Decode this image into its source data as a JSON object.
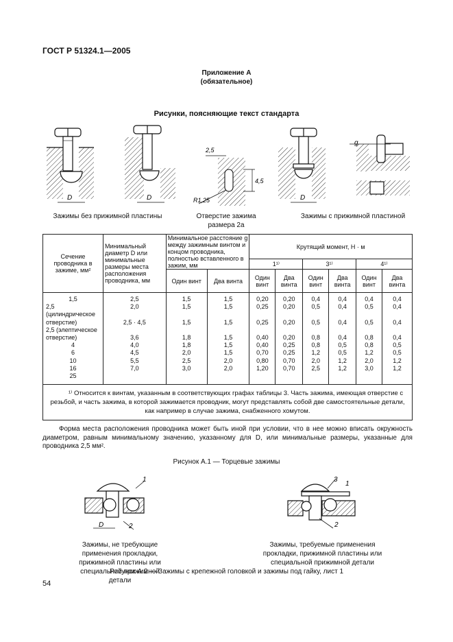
{
  "header": {
    "standard": "ГОСТ Р 51324.1—2005"
  },
  "appendix": {
    "title": "Приложение А",
    "note": "(обязательное)"
  },
  "figures_title": "Рисунки, поясняющие текст стандарта",
  "top_figures": {
    "labels": {
      "d": "D",
      "dim_a": "2,5",
      "dim_b": "4,5",
      "dim_r": "R1,25",
      "g": "g"
    },
    "captions": {
      "no_plate": "Зажимы без прижимной пластины",
      "hole": "Отверстие зажима размера 2а",
      "with_plate": "Зажимы с прижимной пластиной"
    }
  },
  "table": {
    "col_section": "Сечение проводника в зажиме, мм²",
    "col_diameter": "Минимальный диаметр D или минимальные размеры места расположения проводника, мм",
    "col_distance": "Минимальное расстояние g между зажимным винтом и концом проводника, полностью вставленного в зажим, мм",
    "col_torque": "Крутящий момент, Н · м",
    "torque_groups": [
      "1¹⁾",
      "3¹⁾",
      "4¹⁾"
    ],
    "one_screw": "Один винт",
    "two_screws": "Два винта",
    "rows": [
      [
        "1,5",
        "2,5",
        "1,5",
        "1,5",
        "0,20",
        "0,20",
        "0,4",
        "0,4",
        "0,4",
        "0,4"
      ],
      [
        "2,5 (цилиндрическое отверстие)",
        "2,0",
        "1,5",
        "1,5",
        "0,25",
        "0,20",
        "0,5",
        "0,4",
        "0,5",
        "0,4"
      ],
      [
        "2,5 (элептическое отверстие)",
        "2,5 · 4,5",
        "1,5",
        "1,5",
        "0,25",
        "0,20",
        "0,5",
        "0,4",
        "0,5",
        "0,4"
      ],
      [
        "4",
        "3,6",
        "1,8",
        "1,5",
        "0,40",
        "0,20",
        "0,8",
        "0,4",
        "0,8",
        "0,4"
      ],
      [
        "6",
        "4,0",
        "1,8",
        "1,5",
        "0,40",
        "0,25",
        "0,8",
        "0,5",
        "0,8",
        "0,5"
      ],
      [
        "10",
        "4,5",
        "2,0",
        "1,5",
        "0,70",
        "0,25",
        "1,2",
        "0,5",
        "1,2",
        "0,5"
      ],
      [
        "16",
        "5,5",
        "2,5",
        "2,0",
        "0,80",
        "0,70",
        "2,0",
        "1,2",
        "2,0",
        "1,2"
      ],
      [
        "25",
        "7,0",
        "3,0",
        "2,0",
        "1,20",
        "0,70",
        "2,5",
        "1,2",
        "3,0",
        "1,2"
      ]
    ],
    "footnote": "¹⁾ Относится к винтам, указанным в соответствующих графах таблицы 3. Часть зажима, имеющая отверстие с резьбой, и часть зажима, в которой зажимается проводник, могут представлять собой две самостоятельные детали, как например в случае зажима, снабженного хомутом."
  },
  "paragraph": "Форма места расположения проводника может быть иной при условии, что в нее можно вписать окружность диаметром, равным минимальному значению, указанному для D, или минимальные размеры, указанные для проводника 2,5 мм².",
  "figure_a1_caption": "Рисунок А.1 — Торцевые зажимы",
  "bottom_figures": {
    "labels": {
      "d": "D",
      "n1": "1",
      "n2": "2",
      "n3": "3"
    },
    "left_caption": "Зажимы, не требующие применения прокладки, прижимной пластины или специальной прижимной детали",
    "right_caption": "Зажимы, требуемые применения прокладки, прижимной пластины или специальной прижимной детали"
  },
  "figure_a2_caption": "Рисунок А.2 — Зажимы с крепежной головкой и зажимы под гайку, лист 1",
  "page_number": "54"
}
